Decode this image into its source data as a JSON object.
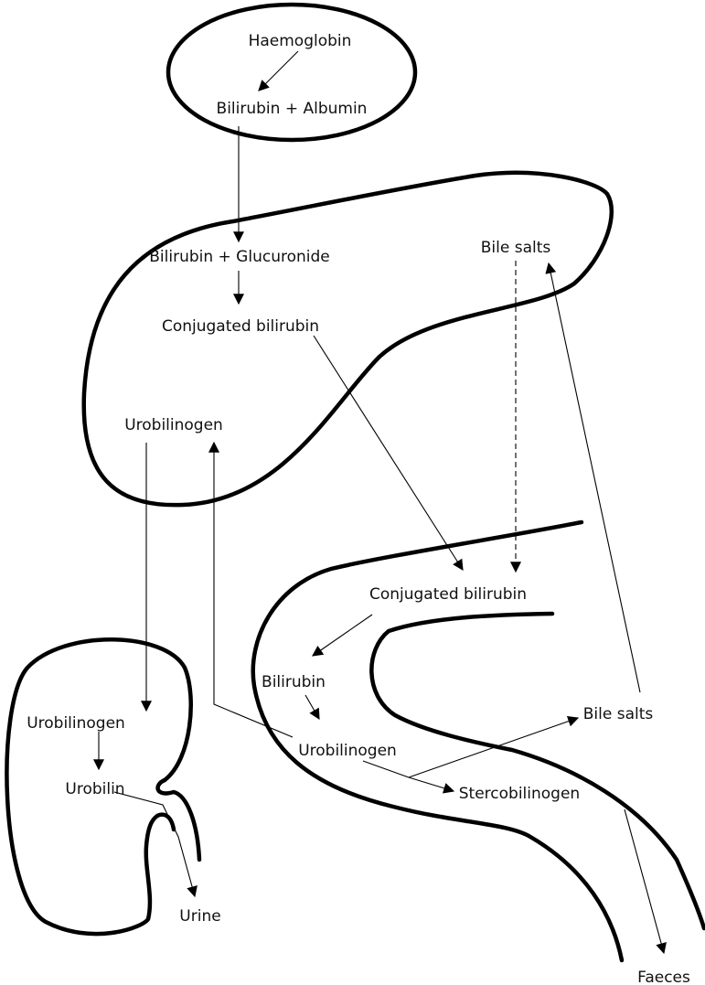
{
  "labels": {
    "haemoglobin": "Haemoglobin",
    "bilirubin_albumin": "Bilirubin + Albumin",
    "bilirubin_glucuronide": "Bilirubin + Glucuronide",
    "conjugated_bilirubin_liver": "Conjugated bilirubin",
    "urobilinogen_liver": "Urobilinogen",
    "bile_salts_liver": "Bile salts",
    "conjugated_bilirubin_gut": "Conjugated bilirubin",
    "bilirubin_gut": "Bilirubin",
    "urobilinogen_gut": "Urobilinogen",
    "bile_salts_gut": "Bile salts",
    "stercobilinogen": "Stercobilinogen",
    "faeces": "Faeces",
    "urobilinogen_kidney": "Urobilinogen",
    "urobilin": "Urobilin",
    "urine": "Urine"
  }
}
